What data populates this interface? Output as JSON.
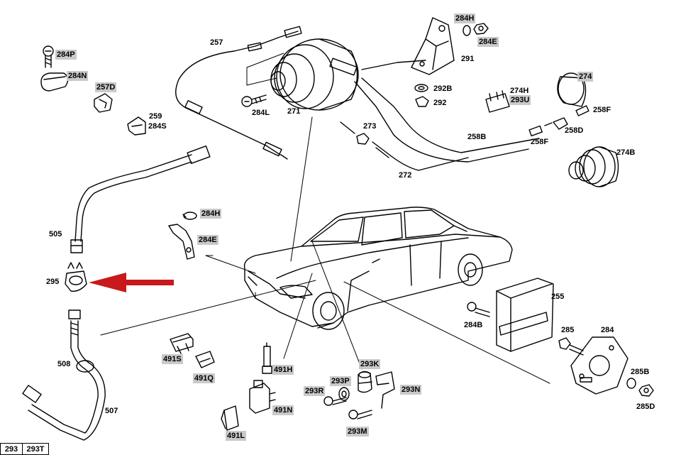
{
  "accent_colors": {
    "arrow": "#c8191c",
    "highlight": "#c9c9c9",
    "line": "#000000"
  },
  "icons": [
    "arrow-icon"
  ],
  "labels": {
    "l284p": "284P",
    "l284n": "284N",
    "l257d": "257D",
    "l259": "259",
    "l284s": "284S",
    "l257": "257",
    "l284l": "284L",
    "l271": "271",
    "l284h_top": "284H",
    "l284e_top": "284E",
    "l291": "291",
    "l292b": "292B",
    "l292": "292",
    "l274h": "274H",
    "l293u": "293U",
    "l274": "274",
    "l258f_top": "258F",
    "l258d": "258D",
    "l258f": "258F",
    "l258b": "258B",
    "l273": "273",
    "l272": "272",
    "l274b": "274B",
    "l505": "505",
    "l295": "295",
    "l284h_mid": "284H",
    "l284e_mid": "284E",
    "l255": "255",
    "l284b": "284B",
    "l285": "285",
    "l284": "284",
    "l285b": "285B",
    "l285d": "285D",
    "l508": "508",
    "l507": "507",
    "l491s": "491S",
    "l491q": "491Q",
    "l491h": "491H",
    "l491n": "491N",
    "l491l": "491L",
    "l293k": "293K",
    "l293p": "293P",
    "l293r": "293R",
    "l293n": "293N",
    "l293m": "293M"
  },
  "footer": {
    "box1": "293",
    "box2": "293T"
  }
}
